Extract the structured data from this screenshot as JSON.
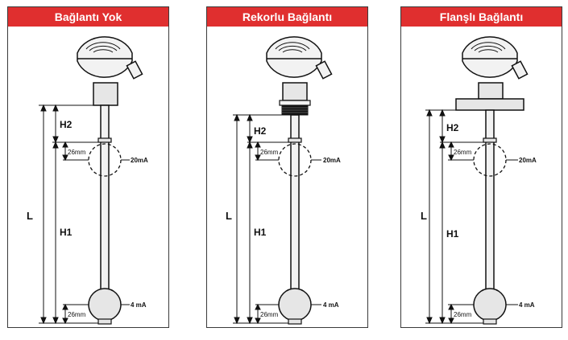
{
  "panels": [
    {
      "title": "Bağlantı Yok",
      "connection": "none",
      "labels": {
        "L": "L",
        "H1": "H1",
        "H2": "H2",
        "top_gap": "26mm",
        "bottom_gap": "26mm",
        "top_signal": "20mA",
        "bottom_signal": "4 mA"
      }
    },
    {
      "title": "Rekorlu Bağlantı",
      "connection": "threaded",
      "labels": {
        "L": "L",
        "H1": "H1",
        "H2": "H2",
        "top_gap": "26mm",
        "bottom_gap": "26mm",
        "top_signal": "20mA",
        "bottom_signal": "4 mA"
      }
    },
    {
      "title": "Flanşlı Bağlantı",
      "connection": "flange",
      "labels": {
        "L": "L",
        "H1": "H1",
        "H2": "H2",
        "top_gap": "26mm",
        "bottom_gap": "26mm",
        "top_signal": "20mA",
        "bottom_signal": "4 mA"
      }
    }
  ],
  "colors": {
    "header": "#e02f2f",
    "header_text": "#ffffff",
    "line": "#111111",
    "fill_light": "#f2f2f2",
    "fill_mid": "#e6e6e6"
  }
}
